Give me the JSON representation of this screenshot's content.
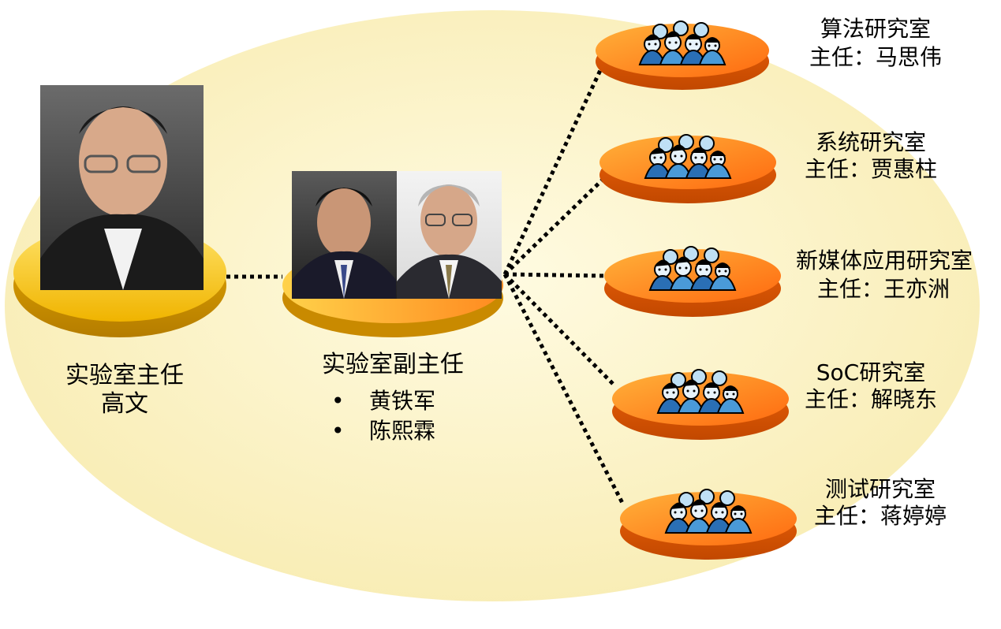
{
  "director": {
    "title": "实验室主任",
    "name": "高文"
  },
  "deputy": {
    "title": "实验室副主任",
    "names": [
      "黄铁军",
      "陈熙霖"
    ]
  },
  "departments": [
    {
      "name": "算法研究室",
      "head": "主任：马思伟"
    },
    {
      "name": "系统研究室",
      "head": "主任：贾惠柱"
    },
    {
      "name": "新媒体应用研究室",
      "head": "主任：王亦洲"
    },
    {
      "name": "SoC研究室",
      "head": "主任：解晓东"
    },
    {
      "name": "测试研究室",
      "head": "主任：蒋婷婷"
    }
  ],
  "colors": {
    "background_ellipse": "#fbf3c4",
    "director_disc": "#f2c21a",
    "dept_disc": "#ff7a1a",
    "connector": "#000000"
  }
}
